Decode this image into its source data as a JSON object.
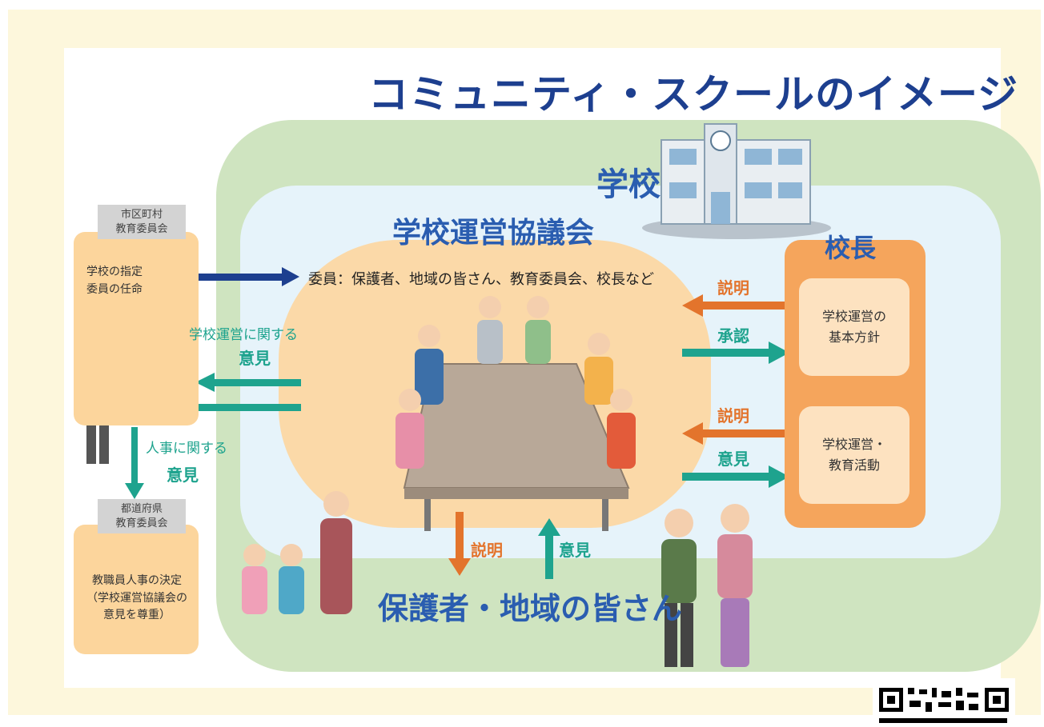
{
  "title": "コミュニティ・スクールのイメージ",
  "school_label": "学校",
  "council": {
    "title": "学校運営協議会",
    "members": "委員：保護者、地域の皆さん、教育委員会、校長など"
  },
  "principal": {
    "label": "校長",
    "box1_line1": "学校運営の",
    "box1_line2": "基本方針",
    "box2_line1": "学校運営・",
    "box2_line2": "教育活動"
  },
  "municipal": {
    "label_line1": "市区町村",
    "label_line2": "教育委員会",
    "text_line1": "学校の指定",
    "text_line2": "委員の任命"
  },
  "prefecture": {
    "label_line1": "都道府県",
    "label_line2": "教育委員会",
    "text_line1": "教職員人事の決定",
    "text_line2": "（学校運営協議会の",
    "text_line3": "意見を尊重）"
  },
  "arrows": {
    "opinion_school_small": "学校運営に関する",
    "opinion_school_big": "意見",
    "opinion_personnel_small": "人事に関する",
    "opinion_personnel_big": "意見",
    "explain1": "説明",
    "approve": "承認",
    "explain2": "説明",
    "opinion2": "意見",
    "explain_down": "説明",
    "opinion_up": "意見"
  },
  "bottom_title": "保護者・地域の皆さん",
  "colors": {
    "navy": "#1d3f8f",
    "blue": "#2a5db0",
    "teal": "#1ea38e",
    "orange": "#e3742c",
    "green_bg": "#cfe4c0",
    "council_bg": "#fbd9a8"
  }
}
